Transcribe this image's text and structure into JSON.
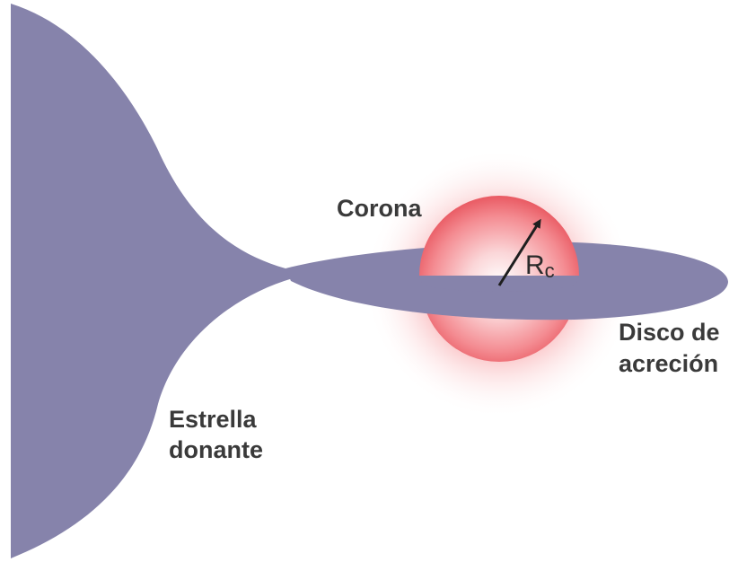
{
  "labels": {
    "corona": "Corona",
    "disk_line1": "Disco de",
    "disk_line2": "acreción",
    "star_line1": "Estrella",
    "star_line2": "donante",
    "radius_main": "R",
    "radius_sub": "c"
  },
  "colors": {
    "matter": "#8683ab",
    "corona_core": "#ffffff",
    "corona_mid": "#f59ca0",
    "corona_edge": "#e8555e",
    "glow": "#f36b72",
    "text": "#3a3a3a",
    "arrow": "#1e1e1e"
  }
}
